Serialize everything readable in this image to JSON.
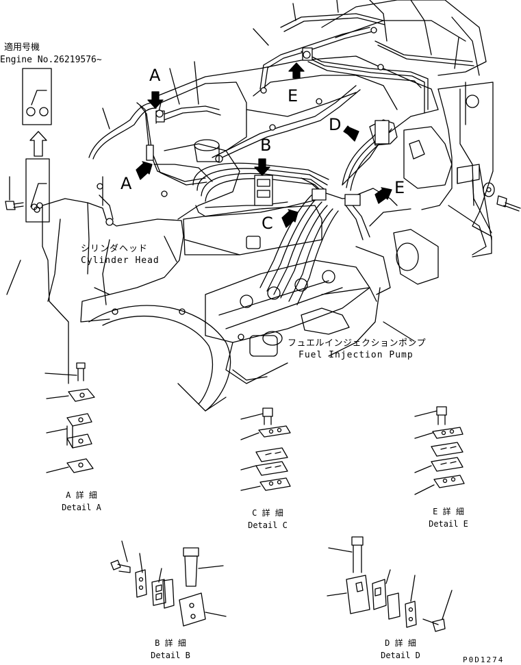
{
  "applicability": {
    "jp": "適用号機",
    "engine_no": "Engine No.26219576~"
  },
  "view_letters": [
    "A",
    "A",
    "B",
    "C",
    "D",
    "E",
    "E"
  ],
  "callouts": {
    "cylinder_head_jp": "シリンダヘッド",
    "cylinder_head_en": "Cylinder Head",
    "fuel_pump_jp": "フュエルインジェクションポンプ",
    "fuel_pump_en": "Fuel Injection Pump"
  },
  "details": {
    "a": {
      "jp": "A 詳 細",
      "en": "Detail A"
    },
    "b": {
      "jp": "B 詳 細",
      "en": "Detail B"
    },
    "c": {
      "jp": "C 詳 細",
      "en": "Detail C"
    },
    "d": {
      "jp": "D 詳 細",
      "en": "Detail D"
    },
    "e": {
      "jp": "E 詳 細",
      "en": "Detail E"
    }
  },
  "part_code": "P0D1274"
}
